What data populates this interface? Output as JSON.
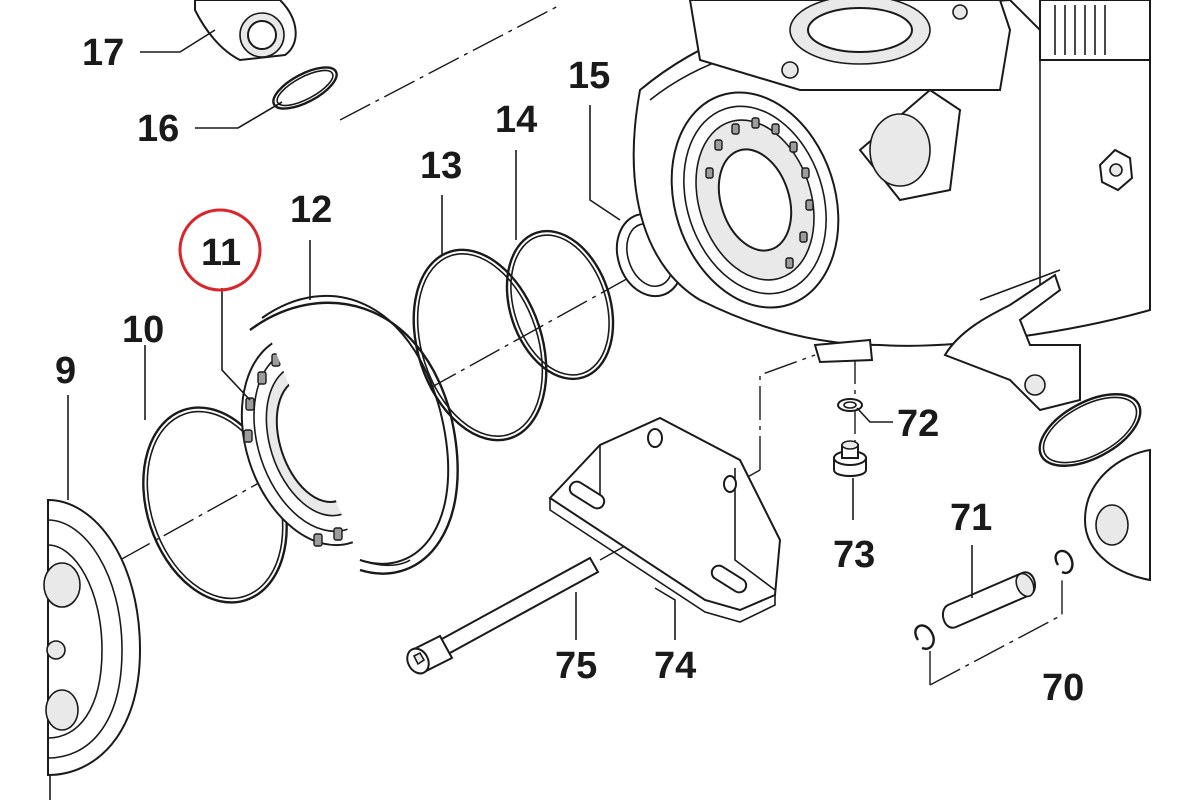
{
  "highlight_color": "#d9262c",
  "ink_color": "#1a1a1a",
  "highlighted_part": "11",
  "parts": [
    {
      "id": "p9",
      "label": "9"
    },
    {
      "id": "p10",
      "label": "10"
    },
    {
      "id": "p11",
      "label": "11"
    },
    {
      "id": "p12",
      "label": "12"
    },
    {
      "id": "p13",
      "label": "13"
    },
    {
      "id": "p14",
      "label": "14"
    },
    {
      "id": "p15",
      "label": "15"
    },
    {
      "id": "p16",
      "label": "16"
    },
    {
      "id": "p17",
      "label": "17"
    },
    {
      "id": "p70",
      "label": "70"
    },
    {
      "id": "p71",
      "label": "71"
    },
    {
      "id": "p72",
      "label": "72"
    },
    {
      "id": "p73",
      "label": "73"
    },
    {
      "id": "p74",
      "label": "74"
    },
    {
      "id": "p75",
      "label": "75"
    }
  ]
}
